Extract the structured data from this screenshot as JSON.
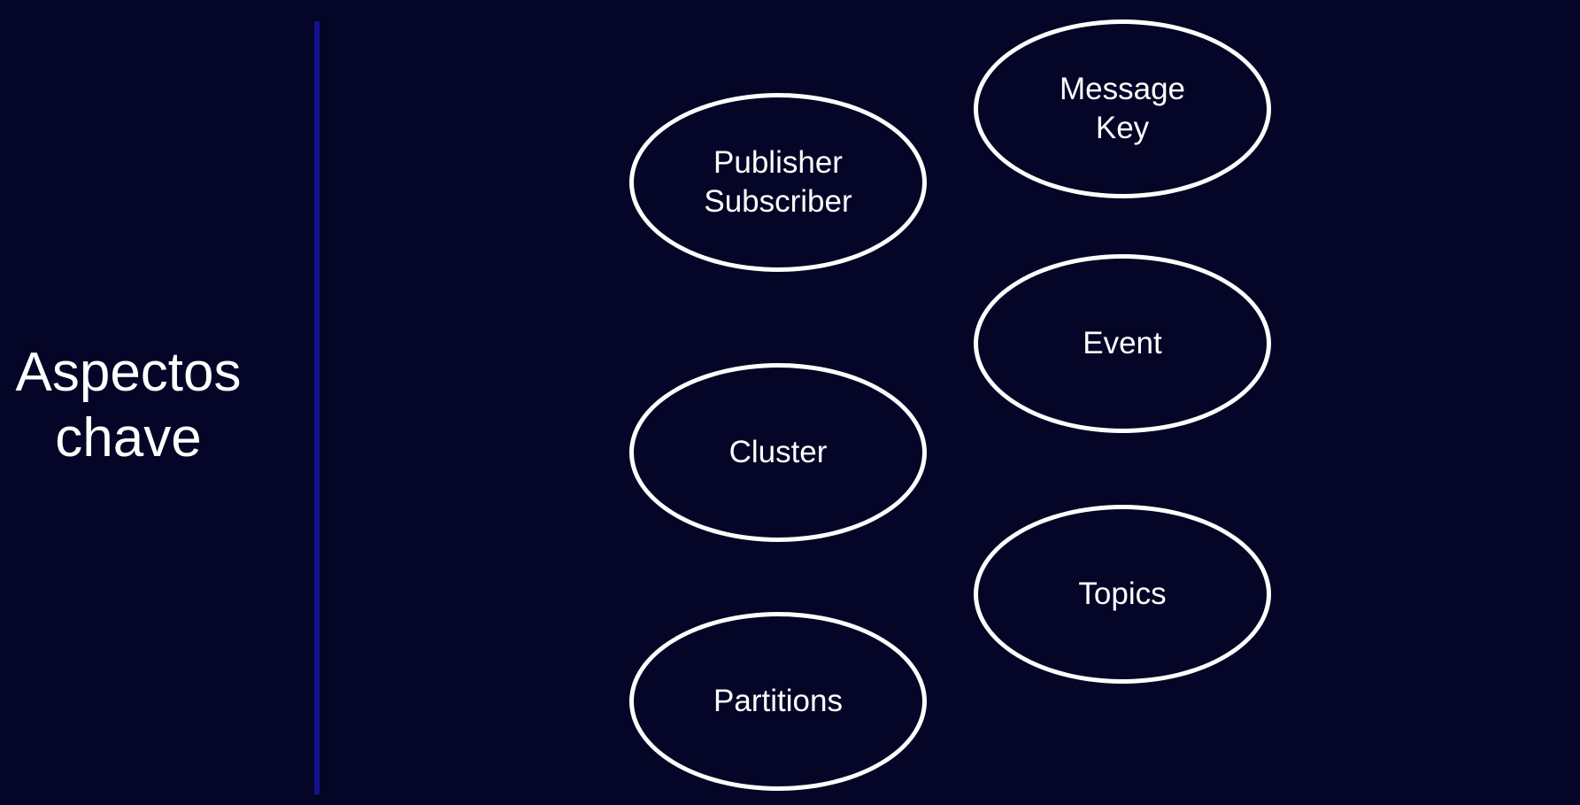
{
  "slide": {
    "title_line1": "Aspectos",
    "title_line2": "chave",
    "concepts": {
      "publisher_subscriber": "Publisher\nSubscriber",
      "message_key": "Message\nKey",
      "event": "Event",
      "cluster": "Cluster",
      "topics": "Topics",
      "partitions": "Partitions"
    }
  },
  "colors": {
    "background": "#050527",
    "divider": "#12128f",
    "text": "#ffffff",
    "ellipse_stroke": "#ffffff"
  }
}
